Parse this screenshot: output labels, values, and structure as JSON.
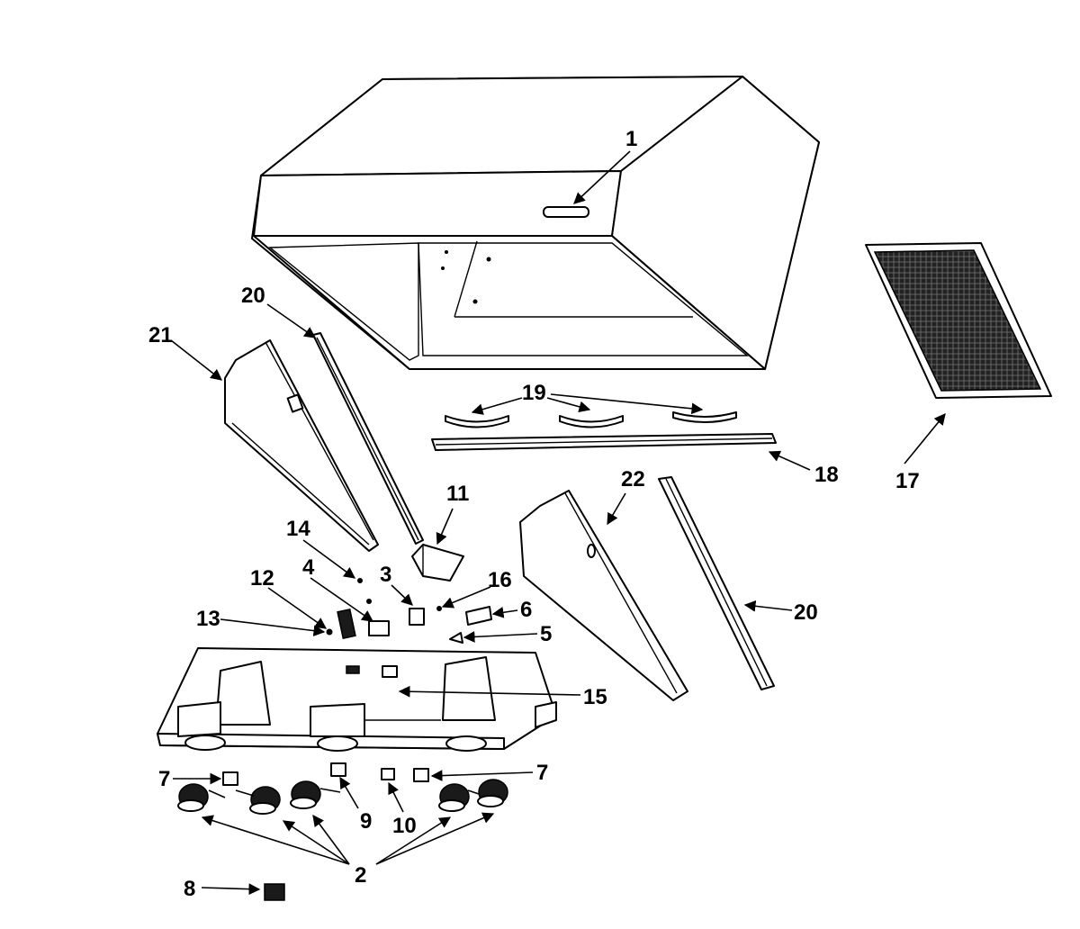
{
  "callouts": {
    "c1": "1",
    "c2": "2",
    "c3": "3",
    "c4": "4",
    "c5": "5",
    "c6": "6",
    "c7_left": "7",
    "c7_right": "7",
    "c8": "8",
    "c9": "9",
    "c10": "10",
    "c11": "11",
    "c12": "12",
    "c13": "13",
    "c14": "14",
    "c15": "15",
    "c16": "16",
    "c17": "17",
    "c18": "18",
    "c19": "19",
    "c20_top": "20",
    "c20_right": "20",
    "c21": "21",
    "c22": "22"
  },
  "colors": {
    "line": "#000000",
    "background": "#ffffff",
    "filter_mesh": "#2a2a2a"
  }
}
